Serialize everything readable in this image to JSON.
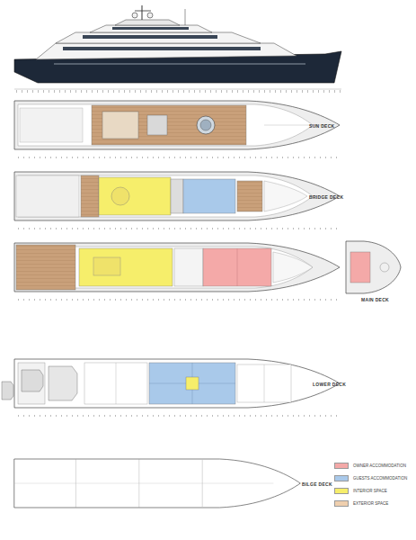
{
  "diagram": {
    "labels": [
      "SUN DECK",
      "BRIDGE DECK",
      "MAIN DECK",
      "LOWER DECK",
      "BILGE DECK"
    ],
    "legend": [
      {
        "text": "OWNER ACCOMMODATION",
        "color": "#f4a9a8"
      },
      {
        "text": "GUESTS ACCOMMODATION",
        "color": "#a9c9ea"
      },
      {
        "text": "INTERIOR SPACE",
        "color": "#f6ee6b"
      },
      {
        "text": "EXTERIOR SPACE",
        "color": "#efcfae"
      }
    ]
  }
}
